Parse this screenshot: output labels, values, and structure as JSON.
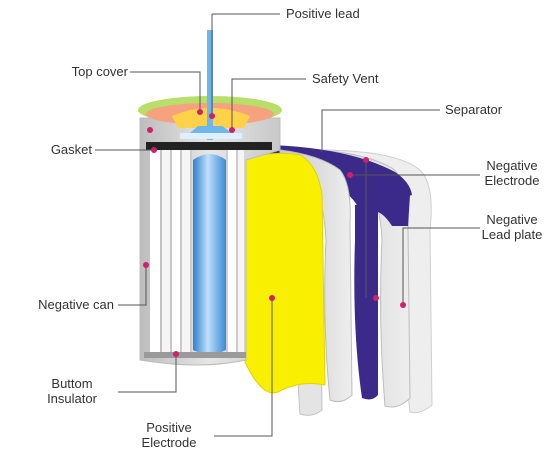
{
  "labels": {
    "positive_lead": "Positive lead",
    "top_cover": "Top cover",
    "safety_vent": "Safety Vent",
    "separator": "Separator",
    "gasket": "Gasket",
    "negative_electrode": [
      "Negative",
      "Electrode"
    ],
    "negative_lead_plate": [
      "Negative",
      "Lead plate"
    ],
    "negative_can": "Negative can",
    "buttom_insulator": [
      "Buttom",
      "Insulator"
    ],
    "positive_electrode": [
      "Positive",
      "Electrode"
    ]
  },
  "colors": {
    "leader_line": "#555555",
    "marker": "#d0206a",
    "positive_electrode": "#f8f000",
    "negative_electrode": "#3b2a8a",
    "separator": "#dcdcdc",
    "lead_plate": "#f2f2f2",
    "mandrel": "#5aa8e0",
    "top_cover": "#ffd24a",
    "top_rim": "#b7df6a",
    "top_inner": "#f6a27e",
    "vent": "#6fb6ea",
    "gasket": "#222222"
  }
}
